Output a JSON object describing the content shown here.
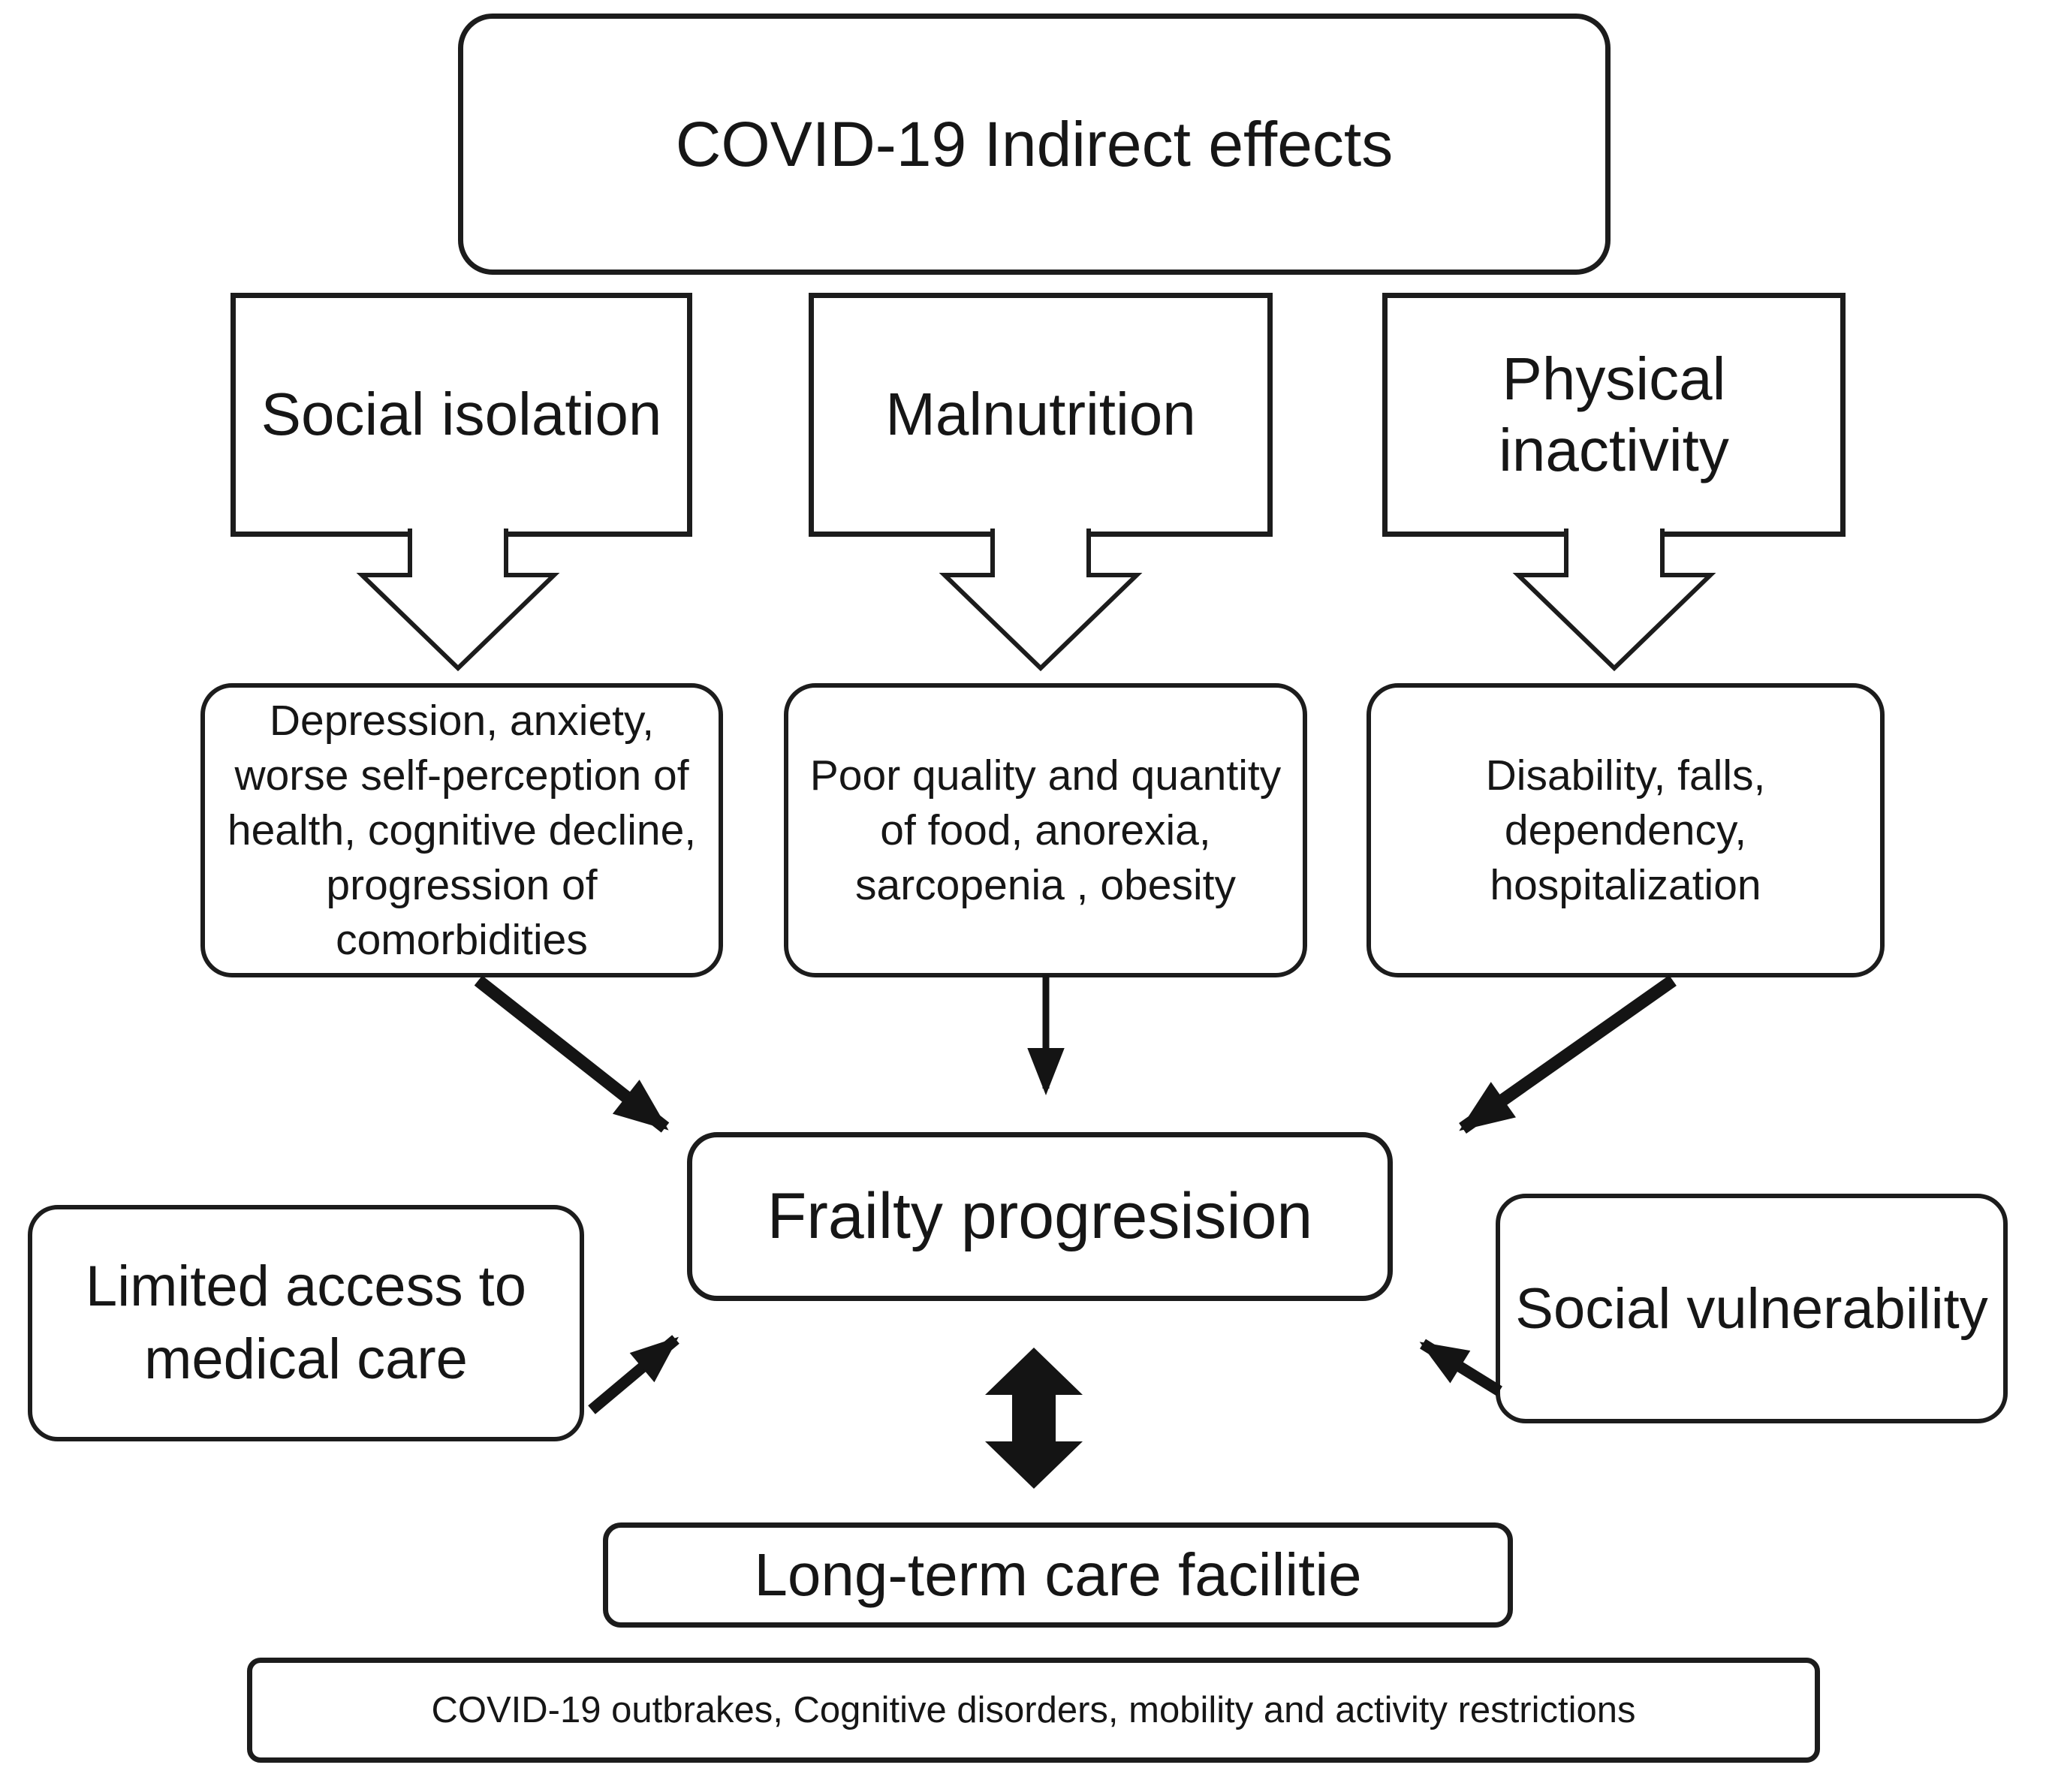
{
  "diagram": {
    "title": "COVID-19 Indirect effects",
    "causes": [
      {
        "label": "Social isolation",
        "effects": [
          "Depression, anxiety,",
          "worse self-perception of",
          "health, cognitive decline,",
          "progression of",
          "comorbidities"
        ]
      },
      {
        "label": "Malnutrition",
        "effects": [
          "Poor quality and quantity",
          "of food, anorexia,",
          "sarcopenia , obesity"
        ]
      },
      {
        "label": [
          "Physical",
          "inactivity"
        ],
        "effects": [
          "Disability, falls,",
          "dependency,",
          "hospitalization"
        ]
      }
    ],
    "center_node": "Frailty progresision",
    "left_factor": [
      "Limited access to",
      "medical care"
    ],
    "right_factor": "Social vulnerability",
    "outcome": "Long-term care facilitie",
    "footer": "COVID-19 outbrakes, Cognitive disorders, mobility and activity restrictions",
    "colors": {
      "ink": "#1c1c1c",
      "paper": "#ffffff"
    }
  }
}
